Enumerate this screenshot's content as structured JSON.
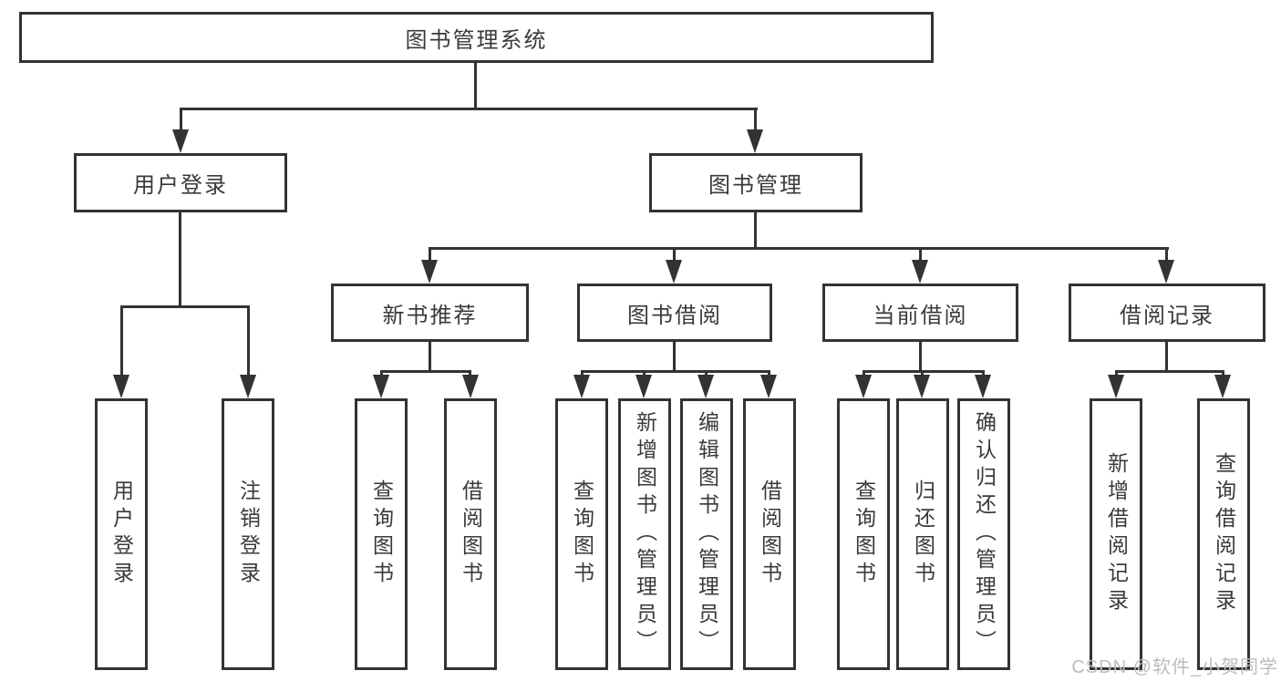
{
  "diagram": {
    "root": {
      "label": "图书管理系统"
    },
    "level2": [
      {
        "label": "用户登录"
      },
      {
        "label": "图书管理"
      }
    ],
    "level3": [
      {
        "label": "新书推荐"
      },
      {
        "label": "图书借阅"
      },
      {
        "label": "当前借阅"
      },
      {
        "label": "借阅记录"
      }
    ],
    "leaves": {
      "user": [
        "用户登录",
        "注销登录"
      ],
      "recommend": [
        "查询图书",
        "借阅图书"
      ],
      "borrow": [
        "查询图书",
        "新增图书（管理员）",
        "编辑图书（管理员）",
        "借阅图书"
      ],
      "current": [
        "查询图书",
        "归还图书",
        "确认归还（管理员）"
      ],
      "records": [
        "新增借阅记录",
        "查询借阅记录"
      ]
    }
  },
  "watermark": {
    "text": "CSDN @软件_小贺同学"
  },
  "colors": {
    "line": "#333333",
    "text": "#3a3a3a",
    "background": "#ffffff",
    "watermark": "#bcbcbc"
  }
}
